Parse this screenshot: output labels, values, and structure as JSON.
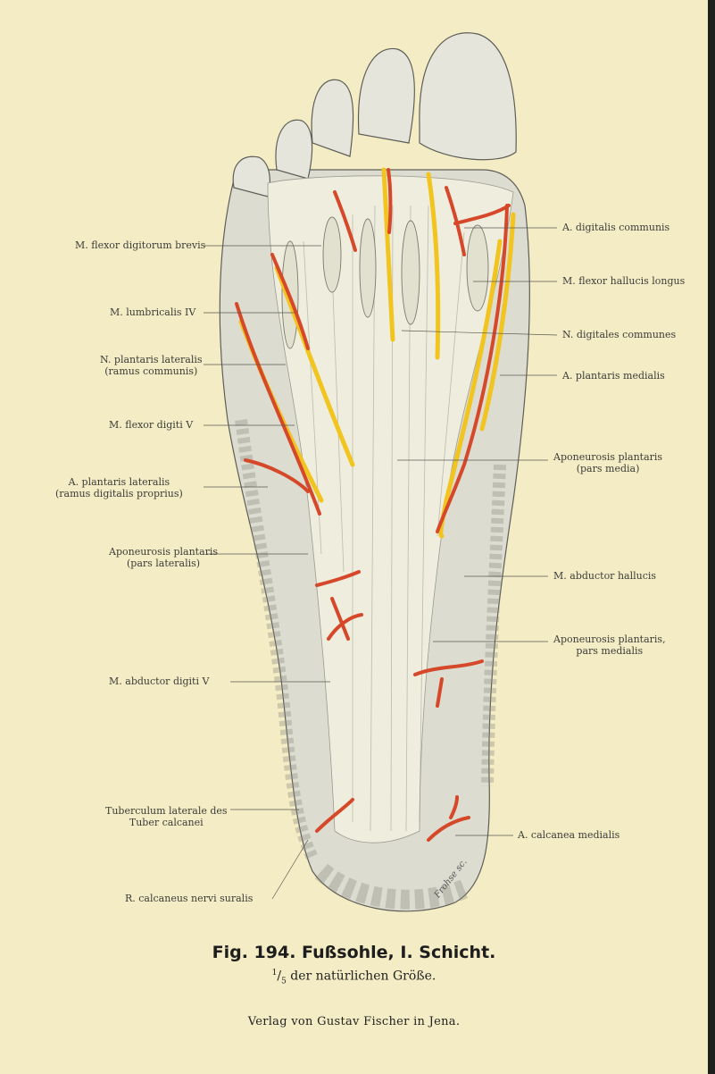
{
  "figure": {
    "title": "Fig. 194. Fußsohle, I. Schicht.",
    "scale_numerator": "1",
    "scale_denominator": "5",
    "scale_text": "der natürlichen Größe.",
    "publisher": "Verlag von Gustav Fischer in Jena."
  },
  "labels_left": [
    {
      "l1": "M. flexor digitorum brevis",
      "l2": ""
    },
    {
      "l1": "M. lumbricalis IV",
      "l2": ""
    },
    {
      "l1": "N. plantaris lateralis",
      "l2": "(ramus communis)"
    },
    {
      "l1": "M. flexor digiti V",
      "l2": ""
    },
    {
      "l1": "A. plantaris lateralis",
      "l2": "(ramus digitalis proprius)"
    },
    {
      "l1": "Aponeurosis plantaris",
      "l2": "(pars lateralis)"
    },
    {
      "l1": "M. abductor digiti V",
      "l2": ""
    },
    {
      "l1": "Tuberculum laterale des",
      "l2": "Tuber calcanei"
    },
    {
      "l1": "R. calcaneus nervi suralis",
      "l2": ""
    }
  ],
  "labels_right": [
    {
      "l1": "A. digitalis communis",
      "l2": ""
    },
    {
      "l1": "M. flexor hallucis longus",
      "l2": ""
    },
    {
      "l1": "N. digitales communes",
      "l2": ""
    },
    {
      "l1": "A. plantaris medialis",
      "l2": ""
    },
    {
      "l1": "Aponeurosis plantaris",
      "l2": "(pars media)"
    },
    {
      "l1": "M. abductor hallucis",
      "l2": ""
    },
    {
      "l1": "Aponeurosis plantaris,",
      "l2": "pars medialis"
    },
    {
      "l1": "A. calcanea medialis",
      "l2": ""
    }
  ],
  "signature": "Frohse sc.",
  "colors": {
    "paper": "#f3ecc4",
    "artery": "#d6482a",
    "nerve": "#f1c420",
    "fascia": "#e9e6d0",
    "fat": "#d9d9cc",
    "outline": "#5e5e58"
  }
}
